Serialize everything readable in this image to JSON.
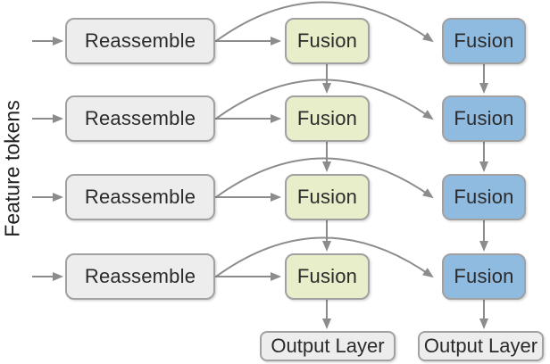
{
  "diagram": {
    "side_label": "Feature tokens",
    "rows": [
      {
        "reassemble": "Reassemble",
        "fusion_mid": "Fusion",
        "fusion_right": "Fusion"
      },
      {
        "reassemble": "Reassemble",
        "fusion_mid": "Fusion",
        "fusion_right": "Fusion"
      },
      {
        "reassemble": "Reassemble",
        "fusion_mid": "Fusion",
        "fusion_right": "Fusion"
      },
      {
        "reassemble": "Reassemble",
        "fusion_mid": "Fusion",
        "fusion_right": "Fusion"
      }
    ],
    "outputs": {
      "mid": "Output Layer",
      "right": "Output Layer"
    },
    "edges": [
      "feature-tokens input arrow into each Reassemble",
      "Reassemble to middle Fusion, straight arrow, each row",
      "Reassemble to right Fusion, curved arrow arcing over middle Fusion, each row",
      "middle Fusion down to middle Fusion of next row",
      "right Fusion down to right Fusion of next row",
      "bottom middle Fusion down to Output Layer",
      "bottom right Fusion down to Output Layer"
    ],
    "colors": {
      "background": "#ffffff",
      "reassemble_fill": "#ededed",
      "fusion_mid_fill": "#e8edca",
      "fusion_right_fill": "#90bbe1",
      "output_fill": "#ededed",
      "box_border": "#a1a1a1",
      "arrow": "#8c8c8c",
      "text": "#2b2b2b"
    }
  }
}
